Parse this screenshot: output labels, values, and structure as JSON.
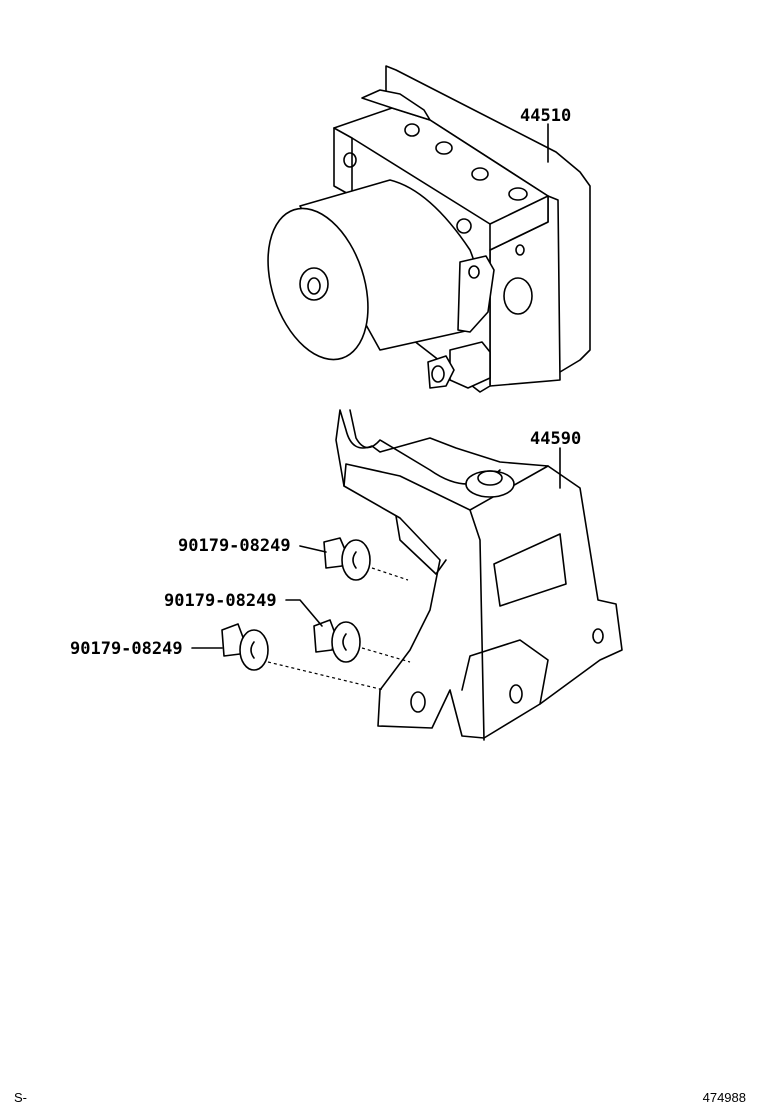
{
  "parts": [
    {
      "number": "44510"
    },
    {
      "number": "44590"
    },
    {
      "number": "90179-08249"
    },
    {
      "number": "90179-08249"
    },
    {
      "number": "90179-08249"
    }
  ],
  "footer": {
    "left_code": "S-",
    "right_code": "474988"
  }
}
